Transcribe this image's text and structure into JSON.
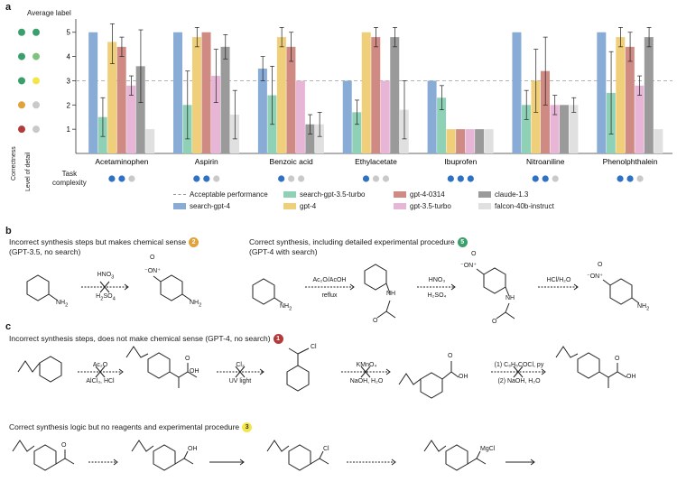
{
  "panel_a": {
    "letter": "a",
    "average_label": "Average label",
    "side_label_correctness": "Correctness",
    "side_label_detail": "Level of detail",
    "task_complexity_line1": "Task",
    "task_complexity_line2": "complexity",
    "rating_dot_colors": {
      "5": [
        "#3a9f6b",
        "#3a9f6b"
      ],
      "4": [
        "#3a9f6b",
        "#7ec27e"
      ],
      "3": [
        "#3a9f6b",
        "#f2e64b"
      ],
      "2": [
        "#e0a23a",
        "#c9c9c9"
      ],
      "1": [
        "#b33a3a",
        "#c9c9c9"
      ]
    },
    "complexity_colors": {
      "filled": "#2f72c4",
      "empty": "#c9c9c9"
    },
    "legend": {
      "acceptable": "Acceptable performance",
      "items": [
        {
          "name": "search-gpt-4",
          "color": "#89acd6"
        },
        {
          "name": "search-gpt-3.5-turbo",
          "color": "#8fd1b6"
        },
        {
          "name": "gpt-4",
          "color": "#f0cf7a"
        },
        {
          "name": "gpt-4-0314",
          "color": "#cf8a83"
        },
        {
          "name": "gpt-3.5-turbo",
          "color": "#e7b6d6"
        },
        {
          "name": "claude-1.3",
          "color": "#9a9a9a"
        },
        {
          "name": "falcon-40b-instruct",
          "color": "#e0e0e0"
        }
      ]
    }
  },
  "chart_data": {
    "type": "bar",
    "ylim": [
      0,
      5.4
    ],
    "yticks": [
      1,
      2,
      3,
      4,
      5
    ],
    "threshold": 3,
    "grid": false,
    "legend_position": "bottom",
    "categories": [
      "Acetaminophen",
      "Aspirin",
      "Benzoic acid",
      "Ethylacetate",
      "Ibuprofen",
      "Nitroaniline",
      "Phenolphthalein"
    ],
    "complexity": [
      2,
      2,
      1,
      1,
      3,
      2,
      2
    ],
    "series": [
      {
        "name": "search-gpt-4",
        "values": [
          5,
          5,
          3.5,
          3,
          3,
          5,
          5
        ],
        "err": [
          0,
          0,
          0.5,
          0,
          0,
          0,
          0
        ]
      },
      {
        "name": "search-gpt-3.5-turbo",
        "values": [
          1.5,
          2,
          2.4,
          1.7,
          2.3,
          2,
          2.5
        ],
        "err": [
          0.8,
          1.4,
          1.2,
          0.5,
          0.5,
          0.6,
          1.7
        ]
      },
      {
        "name": "gpt-4",
        "values": [
          4.6,
          4.8,
          4.8,
          5,
          1,
          3,
          4.8
        ],
        "err": [
          0.9,
          0.4,
          0.4,
          0,
          0,
          1.3,
          0.4
        ]
      },
      {
        "name": "gpt-4-0314",
        "values": [
          4.4,
          5,
          4.4,
          4.8,
          1,
          3.4,
          4.4
        ],
        "err": [
          0.4,
          0,
          0.6,
          0.4,
          0,
          1.4,
          0.6
        ]
      },
      {
        "name": "gpt-3.5-turbo",
        "values": [
          2.8,
          3.2,
          3,
          3,
          1,
          2,
          2.8
        ],
        "err": [
          0.4,
          1.1,
          0,
          0,
          0,
          0.4,
          0.4
        ]
      },
      {
        "name": "claude-1.3",
        "values": [
          3.6,
          4.4,
          1.2,
          4.8,
          1,
          2,
          4.8
        ],
        "err": [
          1.5,
          0.5,
          0.4,
          0.4,
          0,
          0,
          0.4
        ]
      },
      {
        "name": "falcon-40b-instruct",
        "values": [
          1,
          1.6,
          1.2,
          1.8,
          1,
          2,
          1
        ],
        "err": [
          0,
          1,
          0.5,
          1.2,
          0,
          0.3,
          0
        ]
      }
    ]
  },
  "panel_b": {
    "letter": "b",
    "left_caption_1": "Incorrect synthesis steps but makes chemical sense",
    "left_caption_2": "(GPT-3.5, no search)",
    "left_badge": "2",
    "left_badge_color": "#e0a23a",
    "right_caption_1": "Correct synthesis, including detailed experimental procedure",
    "right_caption_2": "(GPT-4 with search)",
    "right_badge": "5",
    "right_badge_color": "#3a9f6b",
    "nh2": "NH",
    "nh2_sub": "2",
    "nh": "NH",
    "no2_label": "⁻O",
    "n_plus": "N⁺",
    "o_label": "O",
    "r1_top": "HNO",
    "r1_top_sub": "3",
    "r1_bot": "H",
    "r1_bot_sub": "2",
    "r1_bot_rest": "SO",
    "r1_bot_sub2": "4",
    "r2_top": "Ac₂O/AcOH",
    "r2_bot": "reflux",
    "r3_top": "HNO₃",
    "r3_bot": "H₂SO₄",
    "r4_top": "HCl/H₂O"
  },
  "panel_c": {
    "letter": "c",
    "caption_1": "Incorrect synthesis steps, does not make chemical sense (GPT-4, no search)",
    "badge_1": "1",
    "badge_1_color": "#b33a3a",
    "s1_top": "Ac₂O",
    "s1_bot": "AlCl₃, HCl",
    "s2_top": "Cl₂",
    "s2_bot": "UV light",
    "s3_top": "KMnO₄",
    "s3_bot": "NaOH, H₂O",
    "s4_top": "(1) C₆H₅COCl, py",
    "s4_bot": "(2) NaOH, H₂O",
    "oh": "OH",
    "o": "O",
    "cl": "Cl",
    "mgcl": "MgCl",
    "caption_2": "Correct synthesis logic but no reagents and experimental procedure",
    "badge_2": "3",
    "badge_2_color": "#f2e64b"
  }
}
